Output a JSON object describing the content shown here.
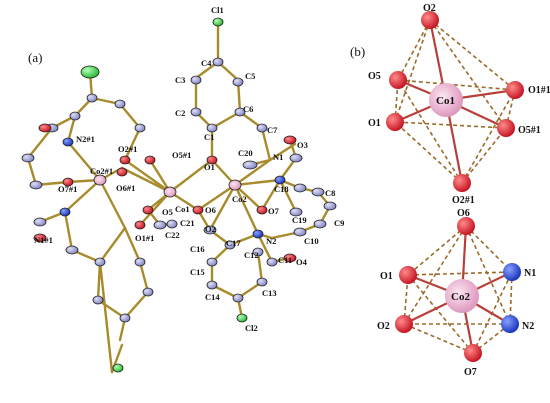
{
  "panels": {
    "a": "(a)",
    "b": "(b)"
  },
  "colors": {
    "carbon": "#8d8fc7",
    "oxygen": "#e0273a",
    "nitrogen": "#2a49d8",
    "cobalt": "#e8a8c8",
    "chlorine": "#3fd34a",
    "bond": "#a88b2c"
  },
  "panel_a": {
    "atoms": {
      "Cl1": "Cl1",
      "C4": "C4",
      "C5": "C5",
      "C3": "C3",
      "C6": "C6",
      "C2": "C2",
      "C1": "C1",
      "C7": "C7",
      "N1": "N1",
      "C20": "C20",
      "O3": "O3",
      "O1": "O1",
      "O5_1": "O5#1",
      "O2_1": "O2#1",
      "O6_1": "O6#1",
      "Co2_1": "Co2#1",
      "O7_1": "O7#1",
      "N2_1": "N2#1",
      "N1_1": "N1#1",
      "O1_1": "O1#1",
      "Co1": "Co1",
      "O5": "O5",
      "C21": "C21",
      "C22": "C22",
      "O6": "O6",
      "O2": "O2",
      "Co2": "Co2",
      "C18": "C18",
      "O7": "O7",
      "C8": "C8",
      "C19": "C19",
      "C9": "C9",
      "C10": "C10",
      "N2": "N2",
      "C11": "C11",
      "O4": "O4",
      "C17": "C17",
      "C12": "C12",
      "C16": "C16",
      "C15": "C15",
      "C14": "C14",
      "C13": "C13",
      "Cl2": "Cl2"
    }
  },
  "panel_b": {
    "top": {
      "center": "Co1",
      "O2": "O2",
      "O5": "O5",
      "O1_1": "O1#1",
      "O1": "O1",
      "O5_1": "O5#1",
      "O2_1": "O2#1"
    },
    "bottom": {
      "center": "Co2",
      "O6": "O6",
      "O1": "O1",
      "N1": "N1",
      "O2": "O2",
      "N2": "N2",
      "O7": "O7"
    }
  }
}
